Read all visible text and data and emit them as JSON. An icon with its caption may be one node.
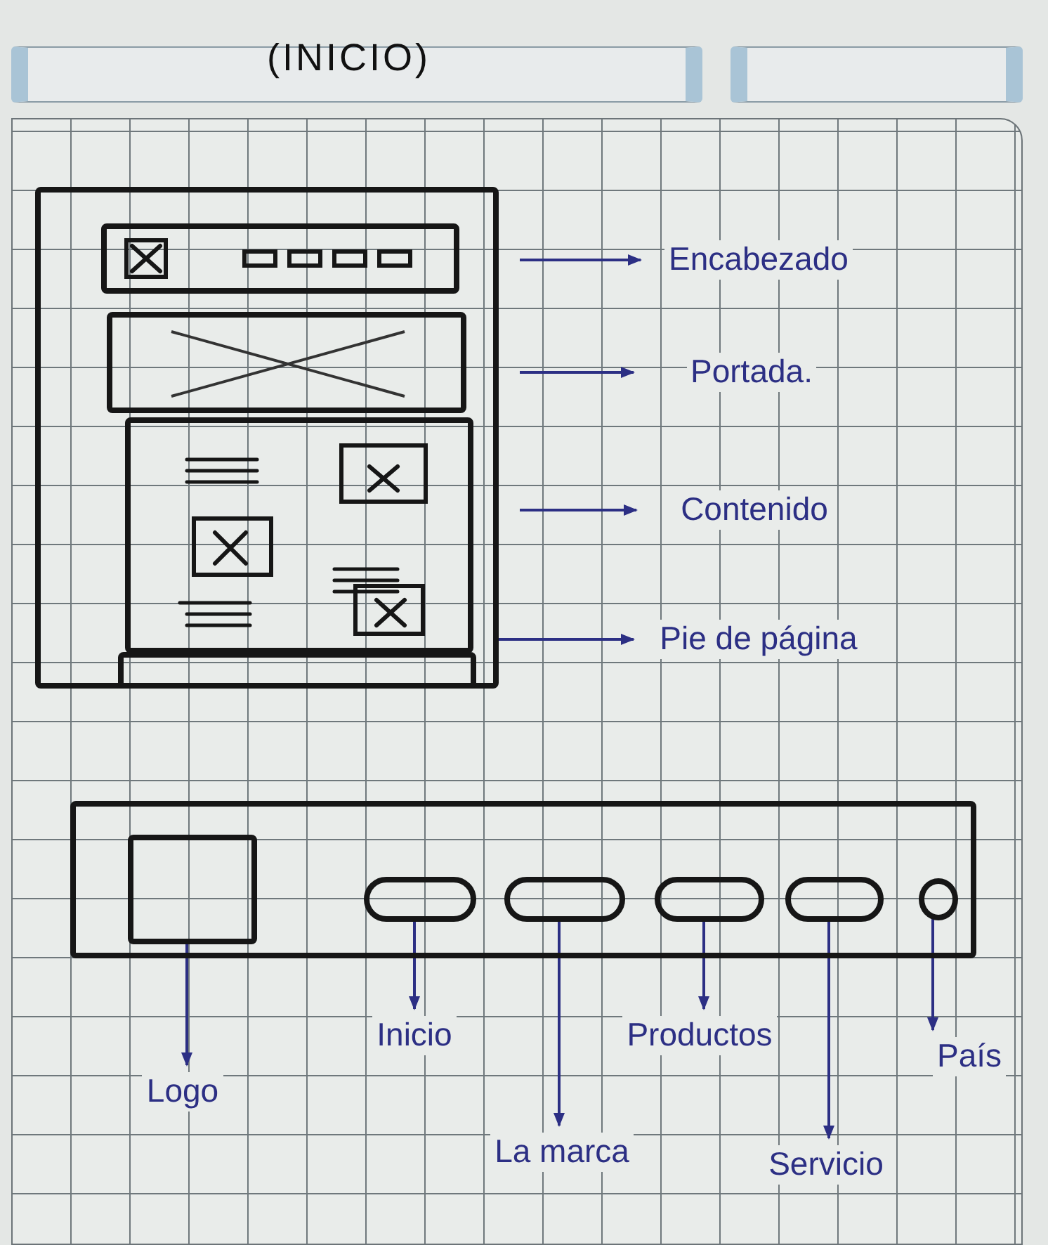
{
  "diagram": {
    "title": "(INICIO)",
    "nodes": [
      {
        "text": [],
        "shape": "box"
      },
      {
        "text": [],
        "shape": "box",
        "in": 0
      },
      {
        "text": [],
        "shape": "box",
        "in": 0
      },
      {
        "text": [],
        "shape": "box",
        "in": 0
      },
      {
        "text": [],
        "shape": "box",
        "in": 0
      },
      {
        "text": [
          "Encabezado"
        ]
      },
      {
        "text": [
          "Portada."
        ]
      },
      {
        "text": [
          "Contenido"
        ]
      },
      {
        "text": [
          "Pie de página"
        ]
      },
      {
        "text": [],
        "shape": "box"
      },
      {
        "text": [],
        "shape": "box",
        "in": 9
      },
      {
        "text": [],
        "shape": "box",
        "in": 9
      },
      {
        "text": [],
        "shape": "box",
        "in": 9
      },
      {
        "text": [],
        "shape": "box",
        "in": 9
      },
      {
        "text": [],
        "shape": "box",
        "in": 9
      },
      {
        "text": [],
        "shape": "circle",
        "in": 9
      },
      {
        "text": [
          "Logo"
        ]
      },
      {
        "text": [
          "Inicio"
        ]
      },
      {
        "text": [
          "La marca"
        ]
      },
      {
        "text": [
          "Productos"
        ]
      },
      {
        "text": [
          "Servicio"
        ]
      },
      {
        "text": [
          "País"
        ]
      }
    ],
    "edges": [
      {
        "from": 1,
        "to": 5,
        "arrow": "to"
      },
      {
        "from": 2,
        "to": 6,
        "arrow": "to"
      },
      {
        "from": 3,
        "to": 7,
        "arrow": "to"
      },
      {
        "from": 4,
        "to": 8,
        "arrow": "to"
      },
      {
        "from": 10,
        "to": 16,
        "arrow": "to"
      },
      {
        "from": 11,
        "to": 17,
        "arrow": "to"
      },
      {
        "from": 12,
        "to": 18,
        "arrow": "to"
      },
      {
        "from": 13,
        "to": 19,
        "arrow": "to"
      },
      {
        "from": 14,
        "to": 20,
        "arrow": "to"
      },
      {
        "from": 15,
        "to": 21,
        "arrow": "to"
      }
    ]
  }
}
